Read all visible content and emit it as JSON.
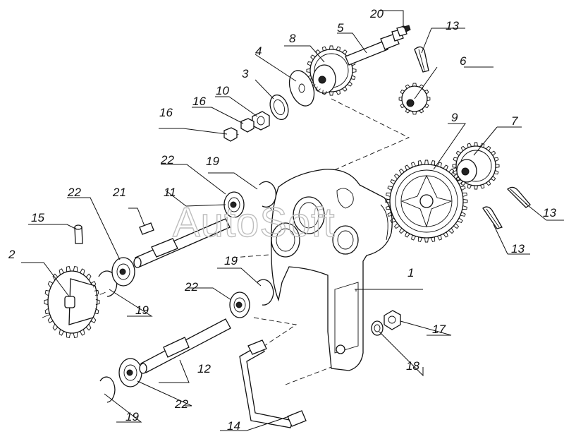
{
  "watermark": "AutoSoft",
  "callouts": [
    {
      "id": "c1",
      "text": "1"
    },
    {
      "id": "c2",
      "text": "2"
    },
    {
      "id": "c3",
      "text": "3"
    },
    {
      "id": "c4",
      "text": "4"
    },
    {
      "id": "c5",
      "text": "5"
    },
    {
      "id": "c6",
      "text": "6"
    },
    {
      "id": "c7",
      "text": "7"
    },
    {
      "id": "c8",
      "text": "8"
    },
    {
      "id": "c9",
      "text": "9"
    },
    {
      "id": "c10",
      "text": "10"
    },
    {
      "id": "c11",
      "text": "11"
    },
    {
      "id": "c12",
      "text": "12"
    },
    {
      "id": "c13a",
      "text": "13"
    },
    {
      "id": "c13b",
      "text": "13"
    },
    {
      "id": "c13c",
      "text": "13"
    },
    {
      "id": "c14",
      "text": "14"
    },
    {
      "id": "c15",
      "text": "15"
    },
    {
      "id": "c16a",
      "text": "16"
    },
    {
      "id": "c16b",
      "text": "16"
    },
    {
      "id": "c17",
      "text": "17"
    },
    {
      "id": "c18",
      "text": "18"
    },
    {
      "id": "c19a",
      "text": "19"
    },
    {
      "id": "c19b",
      "text": "19"
    },
    {
      "id": "c19c",
      "text": "19"
    },
    {
      "id": "c19d",
      "text": "19"
    },
    {
      "id": "c20",
      "text": "20"
    },
    {
      "id": "c21",
      "text": "21"
    },
    {
      "id": "c22a",
      "text": "22"
    },
    {
      "id": "c22b",
      "text": "22"
    },
    {
      "id": "c22c",
      "text": "22"
    },
    {
      "id": "c22d",
      "text": "22"
    }
  ]
}
